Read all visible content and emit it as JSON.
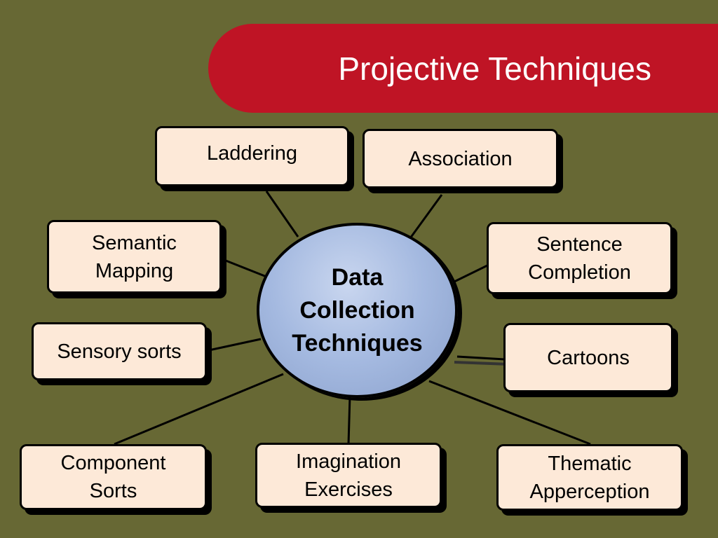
{
  "slide": {
    "title": "Projective Techniques",
    "colors": {
      "background": "#676834",
      "banner": "#bf1425",
      "box_fill": "#fde9d8",
      "hub_fill": "#a4b9e0"
    }
  },
  "hub": {
    "label": "Data\nCollection\nTechniques"
  },
  "nodes": {
    "laddering": "Laddering",
    "association": "Association",
    "semantic_mapping": "Semantic\nMapping",
    "sentence_completion": "Sentence\nCompletion",
    "sensory_sorts": "Sensory sorts",
    "cartoons": "Cartoons",
    "component_sorts": "Component\nSorts",
    "imagination_exercises": "Imagination\nExercises",
    "thematic_apperception": "Thematic\nApperception"
  }
}
